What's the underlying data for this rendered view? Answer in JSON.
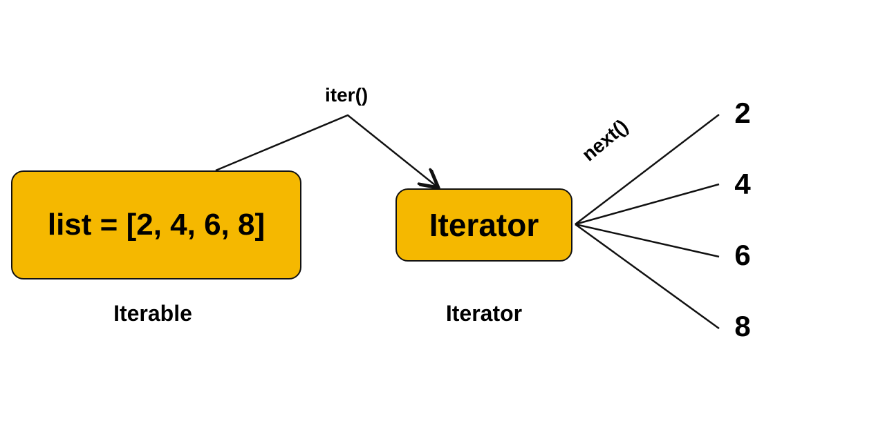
{
  "iterable": {
    "code": "list = [2, 4, 6, 8]",
    "caption": "Iterable",
    "fill_color": "#f5b800"
  },
  "iterator": {
    "label": "Iterator",
    "caption": "Iterator",
    "fill_color": "#f5b800"
  },
  "functions": {
    "iter": "iter()",
    "next": "next()"
  },
  "values": [
    "2",
    "4",
    "6",
    "8"
  ]
}
